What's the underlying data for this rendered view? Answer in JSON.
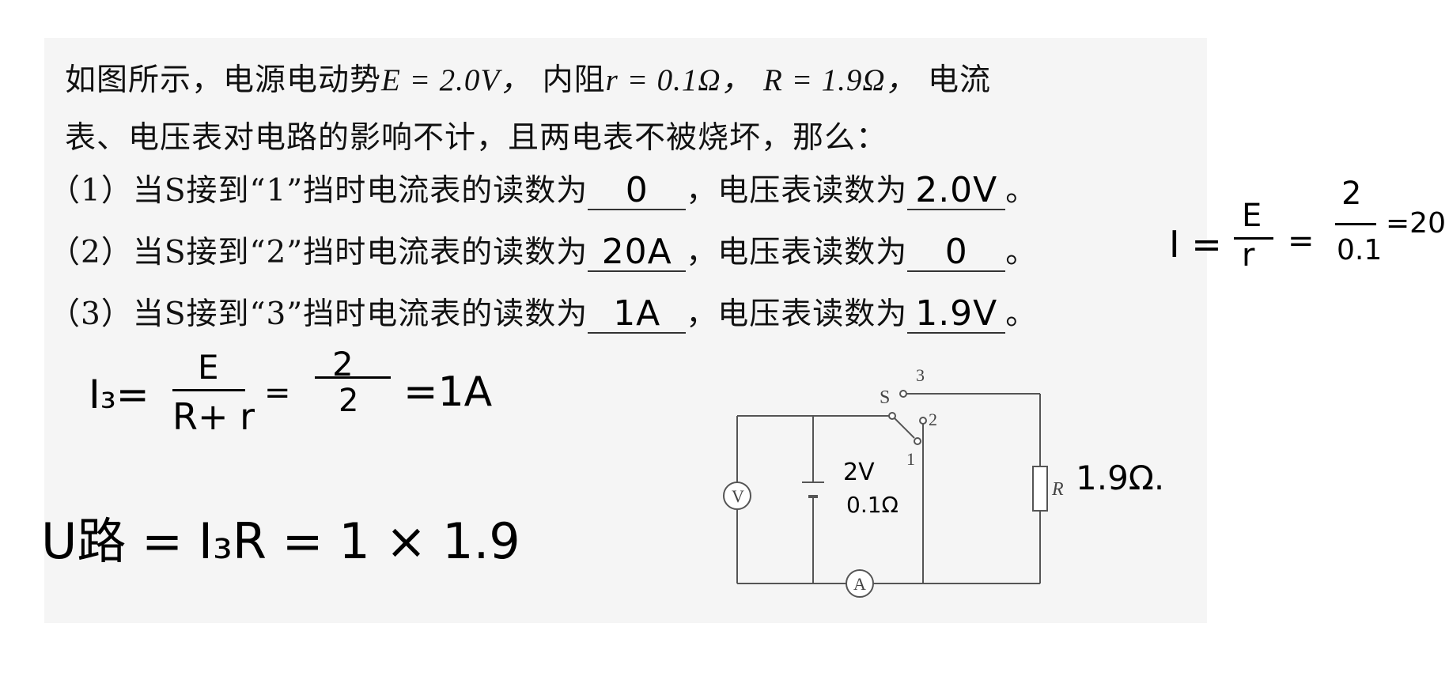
{
  "problem": {
    "intro_line1": "如图所示，电源电动势",
    "e_value": "E = 2.0V，",
    "r_prefix": "内阻",
    "r_value": "r = 0.1Ω，",
    "R_value": "R = 1.9Ω，",
    "intro_line1_end": "电流",
    "intro_line2": "表、电压表对电路的影响不计，且两电表不被烧坏，那么：",
    "q1": {
      "label": "（1）当S接到“1”挡时电流表的读数为",
      "mid": "，电压表读数为",
      "end": "。"
    },
    "q2": {
      "label": "（2）当S接到“2”挡时电流表的读数为",
      "mid": "，电压表读数为",
      "end": "。"
    },
    "q3": {
      "label": "（3）当S接到“3”挡时电流表的读数为",
      "mid": "，电压表读数为",
      "end": "。"
    }
  },
  "answers": {
    "q1_current": "0",
    "q1_voltage": "2.0V",
    "q2_current": "20A",
    "q2_voltage": "0",
    "q3_current": "1A",
    "q3_voltage": "1.9V"
  },
  "handwritten": {
    "i_formula_lhs": "I =",
    "i_formula_num": "E",
    "i_formula_den": "r",
    "i_formula_eq": "=",
    "i_formula_num2": "2",
    "i_formula_den2": "0.1",
    "i_formula_result": "=20",
    "i3_lhs": "I₃=",
    "i3_num": "E",
    "i3_den": "R+ r",
    "i3_eq": "=",
    "i3_num2": "2",
    "i3_den2": "2",
    "i3_result": "=1A",
    "u_formula": "U路 = I₃R = 1 × 1.9",
    "battery_emf": "2V",
    "battery_r": "0.1Ω",
    "resistor_value": "1.9Ω."
  },
  "circuit": {
    "switch_label": "S",
    "pos1": "1",
    "pos2": "2",
    "pos3": "3",
    "voltmeter": "V",
    "ammeter": "A",
    "resistor": "R"
  }
}
